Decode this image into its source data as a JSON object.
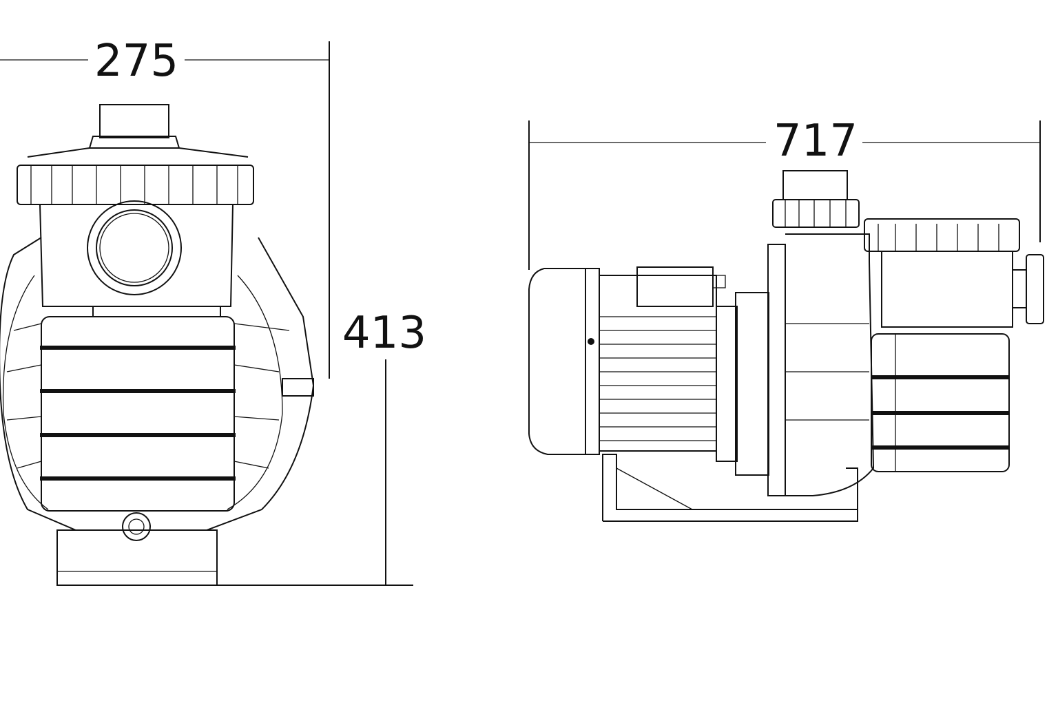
{
  "dimensions": {
    "front_width": "275",
    "side_length": "717",
    "height": "413"
  },
  "colors": {
    "line": "#111111",
    "background": "#ffffff"
  }
}
